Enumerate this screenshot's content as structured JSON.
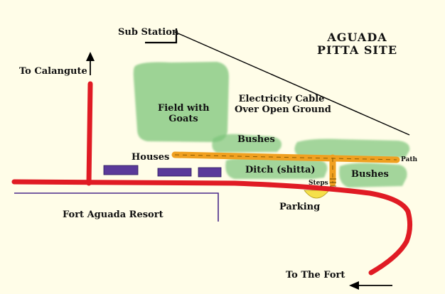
{
  "map": {
    "title": {
      "line1": "AGUADA",
      "line2": "PITTA SITE"
    },
    "labels": {
      "sub_station": "Sub Station",
      "to_calangute": "To Calangute",
      "field": {
        "line1": "Field with",
        "line2": "Goats"
      },
      "electricity_cable": {
        "line1": "Electricity Cable",
        "line2": "Over Open Ground"
      },
      "bushes_upper": "Bushes",
      "bushes_lower": "Bushes",
      "houses": "Houses",
      "ditch": "Ditch (shitta)",
      "path": "Path",
      "steps": "Steps",
      "parking": "Parking",
      "fort_aguada_resort": "Fort Aguada Resort",
      "to_the_fort": "To The Fort"
    },
    "colors": {
      "background": "#fffde8",
      "road": "#e01b24",
      "path": "#f0a020",
      "vegetation": "#7cc47a",
      "houses": "#5a3a9a",
      "boundary": "#4a2a8a",
      "parking": "#f5e04a",
      "line": "#000000"
    }
  }
}
